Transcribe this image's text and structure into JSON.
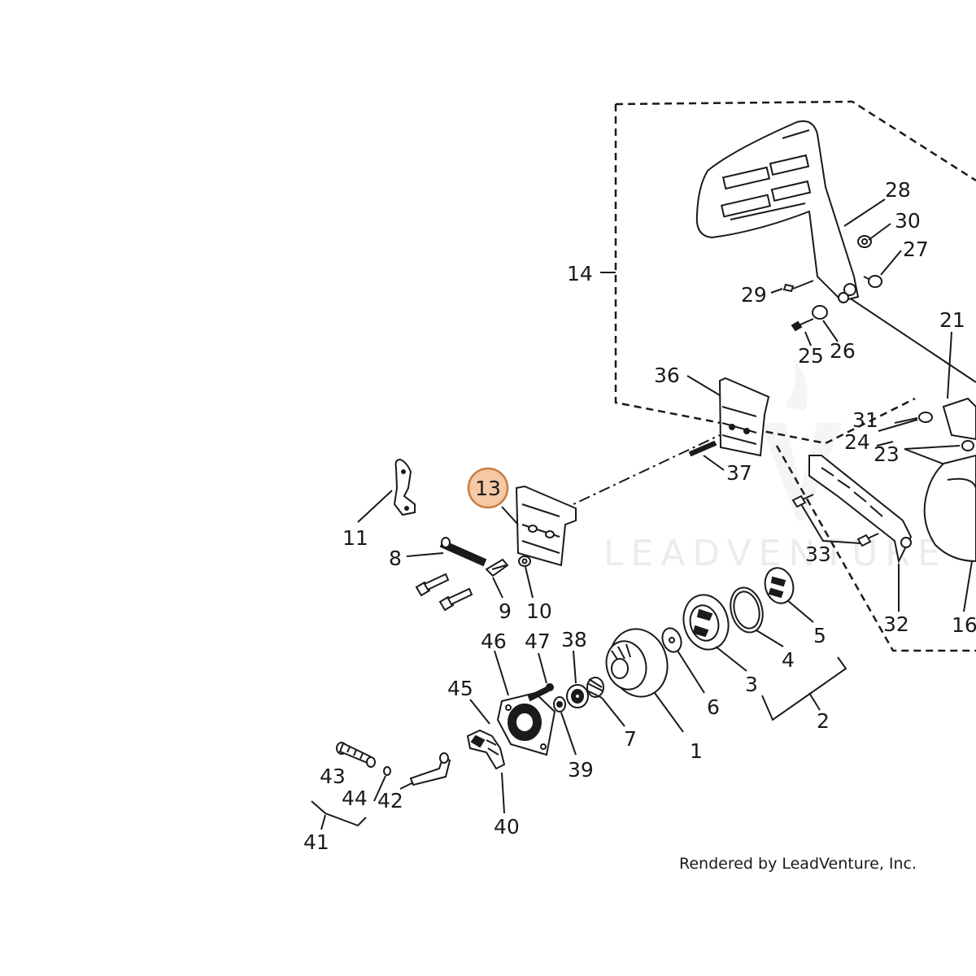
{
  "diagram": {
    "highlight_label": "13",
    "highlight_color": "#f5c8a6",
    "highlight_stroke": "#c97b3e",
    "watermark": "LEADVENTURE",
    "credit": "Rendered by LeadVenture, Inc.",
    "labels": {
      "l1": "1",
      "l2": "2",
      "l3": "3",
      "l4": "4",
      "l5": "5",
      "l6": "6",
      "l7": "7",
      "l8": "8",
      "l9": "9",
      "l10": "10",
      "l11": "11",
      "l14": "14",
      "l16": "16",
      "l21": "21",
      "l23": "23",
      "l24": "24",
      "l25": "25",
      "l26": "26",
      "l27": "27",
      "l28": "28",
      "l29": "29",
      "l30": "30",
      "l31": "31",
      "l32": "32",
      "l33": "33",
      "l36": "36",
      "l37": "37",
      "l38": "38",
      "l39": "39",
      "l40": "40",
      "l41": "41",
      "l42": "42",
      "l43": "43",
      "l44": "44",
      "l45": "45",
      "l46": "46",
      "l47": "47"
    }
  }
}
